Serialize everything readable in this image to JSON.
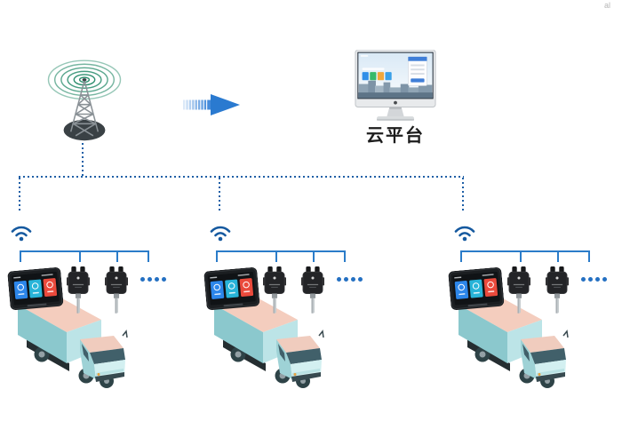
{
  "watermark": "al",
  "cloud": {
    "label": "云平台"
  },
  "flow": {
    "from": "radio-tower",
    "to": "cloud-platform-monitor"
  },
  "colors": {
    "connector_dotted_blue": "#1e5fa6",
    "bracket_blue": "#2b7cc9",
    "arrow_blue": "#2a7ad0",
    "wifi_blue": "#15599f",
    "signal_wave_green": "#2e8f6f",
    "tower_gray": "#8a9196",
    "tower_base_dark": "#3a4145",
    "truck_top_salmon": "#f4cdbe",
    "truck_side_teal": "#8bc8cd",
    "truck_front_teal": "#bce4e7",
    "windshield_slate": "#41606a",
    "terminal_tile_blue": "#2c86ea",
    "terminal_tile_teal": "#28b4d8",
    "terminal_tile_red": "#ea4a3c",
    "login_card_blue": "#3f7ed8"
  },
  "icons": {
    "tower": "radio-tower-icon",
    "arrow": "flow-arrow-icon",
    "monitor": "cloud-platform-monitor-icon",
    "wifi": "wifi-icon",
    "terminal": "vehicle-terminal-icon",
    "sensor": "wireless-sensor-icon",
    "ellipsis": "more-devices-ellipsis",
    "truck": "box-truck-icon"
  },
  "groups": [
    {
      "id": "truck-group-1",
      "devices": [
        "vehicle-terminal",
        "wireless-sensor",
        "wireless-sensor"
      ]
    },
    {
      "id": "truck-group-2",
      "devices": [
        "vehicle-terminal",
        "wireless-sensor",
        "wireless-sensor"
      ]
    },
    {
      "id": "truck-group-3",
      "devices": [
        "vehicle-terminal",
        "wireless-sensor",
        "wireless-sensor"
      ]
    }
  ]
}
